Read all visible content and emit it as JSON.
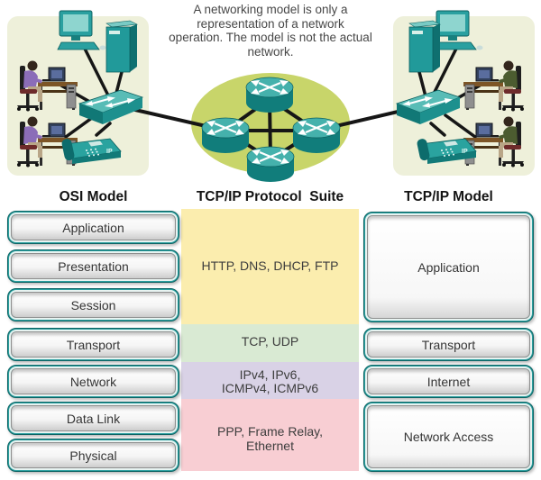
{
  "note": {
    "lines": [
      "A networking model is only a",
      "representation of a network",
      "operation. The model is not the actual",
      "network."
    ]
  },
  "columns": {
    "osi": {
      "header": "OSI Model",
      "layers": [
        "Application",
        "Presentation",
        "Session",
        "Transport",
        "Network",
        "Data Link",
        "Physical"
      ]
    },
    "suite": {
      "header": "TCP/IP Protocol  Suite",
      "application": "HTTP, DNS, DHCP, FTP",
      "transport": "TCP, UDP",
      "internet": [
        "IPv4, IPv6,",
        "ICMPv4, ICMPv6"
      ],
      "network_access": [
        "PPP, Frame Relay,",
        "Ethernet"
      ]
    },
    "tcpip": {
      "header": "TCP/IP Model",
      "layers": [
        "Application",
        "Transport",
        "Internet",
        "Network Access"
      ]
    }
  },
  "diagram": {
    "ip_phone_label": "IP",
    "icons": [
      "router-icon",
      "switch-icon",
      "server-icon",
      "desktop-computer-icon",
      "ip-phone-icon",
      "workstation-user-icon",
      "wan-cloud",
      "lan-panel"
    ]
  },
  "colors": {
    "teal": "#2aa0a0",
    "lan_background": "#eef0da",
    "wan_cloud": "#c8d56a",
    "band_application": "#fbedae",
    "band_transport": "#d9ead3",
    "band_internet": "#d9d2e6",
    "band_network_access": "#f8ced3"
  }
}
